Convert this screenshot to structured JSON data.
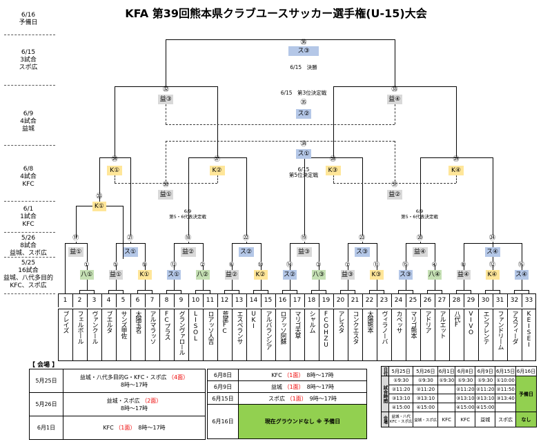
{
  "title": "KFA 第39回熊本県クラブユースサッカー選手権(U-15)大会",
  "day_labels": [
    "6/16\n予備日",
    "6/15\n3試合\nスポ広",
    "6/9\n4試合\n益城",
    "6/8\n4試合\nKFC",
    "6/1\n1試合\nKFC",
    "5/26\n8試合\n益城、スポ広",
    "5/25\n16試合\n益城、八代多目的\nKFC、スポ広"
  ],
  "slots": [
    "1",
    "2",
    "3",
    "4",
    "5",
    "6",
    "7",
    "8",
    "9",
    "10",
    "11",
    "12",
    "13",
    "14",
    "15",
    "16",
    "17",
    "18",
    "19",
    "20",
    "21",
    "22",
    "23",
    "24",
    "25",
    "26",
    "27",
    "28",
    "29",
    "30",
    "31",
    "32",
    "33"
  ],
  "teams": [
    "ブレイズ",
    "フェルボール",
    "ヴァンクール",
    "ブエルタ",
    "サンズ甲佐",
    "太陽玉名",
    "アルマラッソ",
    "FCプラス",
    "グランヴァロール",
    "LISOL",
    "ロアッソ人吉",
    "荒尾FC",
    "エスペランサ",
    "UKI",
    "アルバランシア",
    "ロアッソ阿蘇",
    "マリゴ天草",
    "シャルム",
    "FCOHZU",
    "アレスタ",
    "コンクエスタ",
    "太陽熊本",
    "ヴィラノーバ",
    "カベッサ",
    "マリゴ熊本",
    "アドリア",
    "アルエット",
    "八代F",
    "VIVO",
    "エンフレンテ",
    "ファンドリーム",
    "アスフィーダ",
    "KEISEI"
  ],
  "r1": [
    {
      "num": "①",
      "venue": "八①"
    },
    {
      "num": "⑤",
      "venue": "益①"
    },
    {
      "num": "⑨",
      "venue": "K①"
    },
    {
      "num": "⑬",
      "venue": "ス①"
    },
    {
      "num": "②",
      "venue": "八②"
    },
    {
      "num": "⑥",
      "venue": "益②"
    },
    {
      "num": "⑩",
      "venue": "K②"
    },
    {
      "num": "⑭",
      "venue": "ス②"
    },
    {
      "num": "③",
      "venue": "八③"
    },
    {
      "num": "⑦",
      "venue": "益③"
    },
    {
      "num": "⑪",
      "venue": "K③"
    },
    {
      "num": "⑮",
      "venue": "ス③"
    },
    {
      "num": "④",
      "venue": "八④"
    },
    {
      "num": "⑧",
      "venue": "益④"
    },
    {
      "num": "⑫",
      "venue": "K④"
    },
    {
      "num": "⑯",
      "venue": "ス④"
    }
  ],
  "r2": [
    {
      "num": "⑰",
      "venue": "益①"
    },
    {
      "num": "㉑",
      "venue": "ス①"
    },
    {
      "num": "⑱",
      "venue": "益②"
    },
    {
      "num": "㉒",
      "venue": "ス②"
    },
    {
      "num": "⑲",
      "venue": "益③"
    },
    {
      "num": "㉓",
      "venue": "ス③"
    },
    {
      "num": "⑳",
      "venue": "益④"
    },
    {
      "num": "㉔",
      "venue": "ス④"
    }
  ],
  "m25": {
    "num": "㉕",
    "venue": "K①"
  },
  "qf": [
    {
      "num": "㉖",
      "venue": "K①"
    },
    {
      "num": "㉗",
      "venue": "K②"
    },
    {
      "num": "㉘",
      "venue": "K③"
    },
    {
      "num": "㉙",
      "venue": "K④"
    }
  ],
  "cons56": [
    {
      "num": "㉚",
      "venue": "益①"
    },
    {
      "num": "㉛",
      "venue": "益②"
    }
  ],
  "sf": [
    {
      "num": "㉜",
      "venue": "益③"
    },
    {
      "num": "㉝",
      "venue": "益④"
    }
  ],
  "m34": {
    "num": "㉞",
    "venue": "ス①"
  },
  "m35": {
    "num": "㉟",
    "venue": "ス②"
  },
  "final": {
    "num": "㊱",
    "venue": "ス③"
  },
  "notes": {
    "final": "6/15　決勝",
    "third": "6/15　第3位決定戦",
    "fifth": "6/15\n第5位決定戦",
    "sixthL": "6/9\n第5・6代表決定戦",
    "sixthR": "6/9\n第5・6代表決定戦"
  },
  "venues": {
    "header": "【 会場 】",
    "left": [
      {
        "date": "5月25日",
        "pre": "益城・八代多目的G・KFC・スポ広 ",
        "red": "（4面）",
        "time": "8時～17時"
      },
      {
        "date": "5月26日",
        "pre": "益城・スポ広 ",
        "red": "（2面）",
        "time": "8時～17時"
      },
      {
        "date": "6月1日",
        "pre": "KFC ",
        "red": "（1面）",
        "time": "8時～17時"
      }
    ],
    "right": [
      {
        "date": "6月8日",
        "pre": "KFC ",
        "red": "（1面）",
        "time": "8時～17時"
      },
      {
        "date": "6月9日",
        "pre": "益城 ",
        "red": "（1面）",
        "time": "8時～17時"
      },
      {
        "date": "6月15日",
        "pre": "スポ広 ",
        "red": "（1面）",
        "time": "9時～17時"
      }
    ],
    "reserve": {
      "date": "6月16日",
      "text": "現在グラウンドなし ※ 予備日"
    }
  },
  "schedule": {
    "side_date": "日付",
    "side_time": "試合時間",
    "side_venue": "会場",
    "dates": [
      "5月25日",
      "5月26日",
      "6月1日",
      "6月8日",
      "6月9日",
      "6月15日",
      "6月16日"
    ],
    "times": [
      [
        "①9:30",
        "①9:30",
        "①9:30",
        "①9:30",
        "①9:30",
        "①10:00"
      ],
      [
        "②11:20",
        "②11:20",
        "",
        "②11:20",
        "②11:20",
        "②11:50"
      ],
      [
        "③13:10",
        "③13:10",
        "",
        "③13:10",
        "③13:10",
        "③13:40"
      ],
      [
        "④15:00",
        "④15:00",
        "",
        "④15:00",
        "④15:00",
        ""
      ]
    ],
    "reserve": "予備日",
    "venues": [
      "益城・八代\nKFC・スポ広",
      "益城・スポ広",
      "KFC",
      "KFC",
      "益城",
      "スポ広",
      "なし"
    ]
  }
}
